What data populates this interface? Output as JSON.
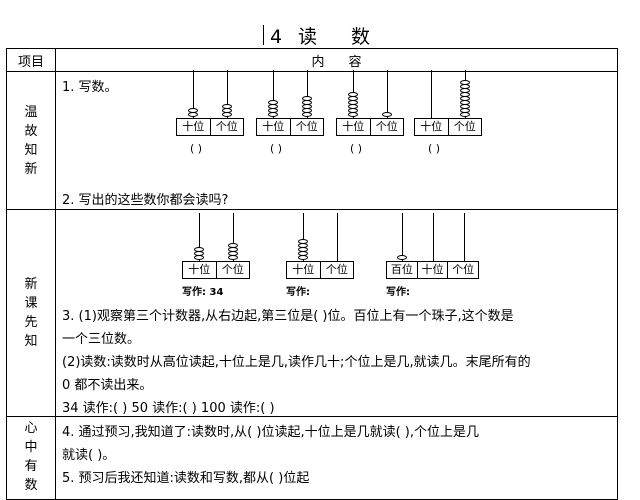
{
  "title": {
    "num": "4",
    "w1": "读",
    "w2": "数"
  },
  "header": {
    "col_item": "项目",
    "col_content_1": "内",
    "col_content_2": "容"
  },
  "sections": {
    "review": {
      "label": [
        "温",
        "故",
        "知",
        "新"
      ],
      "q1": "1. 写数。",
      "q2": "2. 写出的这些数你都会读吗?",
      "abacus_labels": [
        "十位",
        "个位"
      ],
      "blank": "(       )",
      "beads": [
        [
          2,
          3
        ],
        [
          4,
          5
        ],
        [
          6,
          1
        ],
        [
          0,
          9
        ]
      ]
    },
    "new": {
      "label": [
        "新",
        "课",
        "先",
        "知"
      ],
      "abacus_labels_2": [
        "十位",
        "个位"
      ],
      "abacus_labels_3": [
        "百位",
        "十位",
        "个位"
      ],
      "write_1": "写作: 34",
      "write_2": "写作:",
      "write_3": "写作:",
      "beads_a": [
        3,
        4
      ],
      "beads_b": [
        5,
        0
      ],
      "beads_c": [
        1,
        0,
        0
      ],
      "q3_line1": "3. (1)观察第三个计数器,从右边起,第三位是(      )位。百位上有一个珠子,这个数是",
      "q3_line2": "一个三位数。",
      "q3_line3": "(2)读数:读数时从高位读起,十位上是几,读作几十;个位上是几,就读几。末尾所有的",
      "q3_line4": "0 都不读出来。",
      "q3_line5": "34 读作:(        )    50 读作:(        )    100 读作:(        )"
    },
    "mind": {
      "label": [
        "心",
        "中",
        "有",
        "数"
      ],
      "q4_line1": "4. 通过预习,我知道了:读数时,从(        )位读起,十位上是几就读(        ),个位上是几",
      "q4_line2": "就读(        )。",
      "q5_line1": "5. 预习后我还知道:读数和写数,都从(        )位起"
    }
  }
}
